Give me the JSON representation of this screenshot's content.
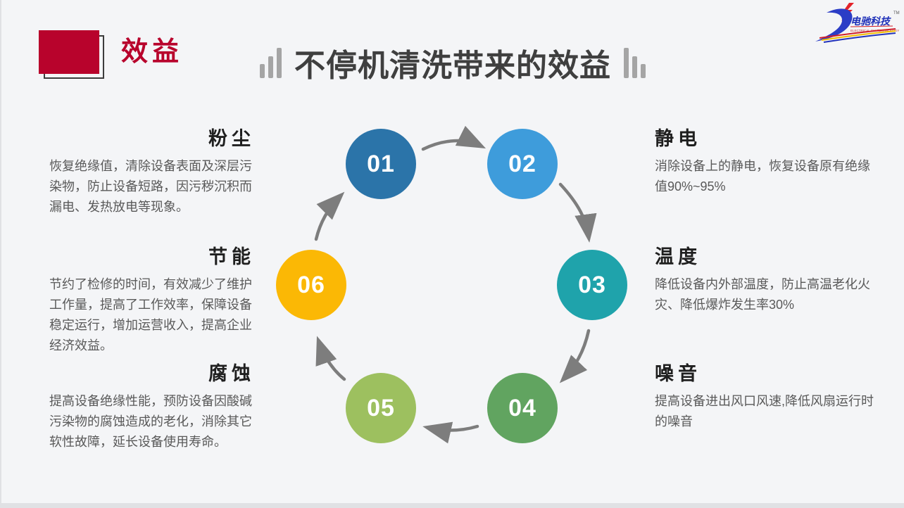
{
  "slide": {
    "section_label": "效益",
    "title": "不停机清洗带来的效益"
  },
  "logo": {
    "brand": "电驰科技",
    "brand_en": "ELECTRICAL CHI TECHNOLOGY",
    "trademark": "TM"
  },
  "colors": {
    "accent_red": "#b8032c",
    "title_gray": "#3f3f3f",
    "arrow_gray": "#7d7d7d",
    "background": "#f4f5f7"
  },
  "diagram": {
    "type": "cycle",
    "circles": [
      {
        "label": "01",
        "color": "#2b74a9"
      },
      {
        "label": "02",
        "color": "#3e9cdb"
      },
      {
        "label": "03",
        "color": "#1fa3ab"
      },
      {
        "label": "04",
        "color": "#61a460"
      },
      {
        "label": "05",
        "color": "#9dc05f"
      },
      {
        "label": "06",
        "color": "#fbb805"
      }
    ]
  },
  "blocks": {
    "dust": {
      "heading": "粉尘",
      "body": "恢复绝缘值，清除设备表面及深层污染物，防止设备短路，因污秽沉积而漏电、发热放电等现象。"
    },
    "energy": {
      "heading": "节能",
      "body": "节约了检修的时间，有效减少了维护工作量，提高了工作效率，保障设备稳定运行，增加运营收入，提高企业经济效益。"
    },
    "corrosion": {
      "heading": "腐蚀",
      "body": "提高设备绝缘性能，预防设备因酸碱污染物的腐蚀造成的老化，消除其它软性故障，延长设备使用寿命。"
    },
    "static": {
      "heading": "静电",
      "body": "消除设备上的静电，恢复设备原有绝缘值90%~95%"
    },
    "temperature": {
      "heading": "温度",
      "body": "降低设备内外部温度，防止高温老化火灾、降低爆炸发生率30%"
    },
    "noise": {
      "heading": "噪音",
      "body": "提高设备进出风口风速,降低风扇运行时的噪音"
    }
  }
}
